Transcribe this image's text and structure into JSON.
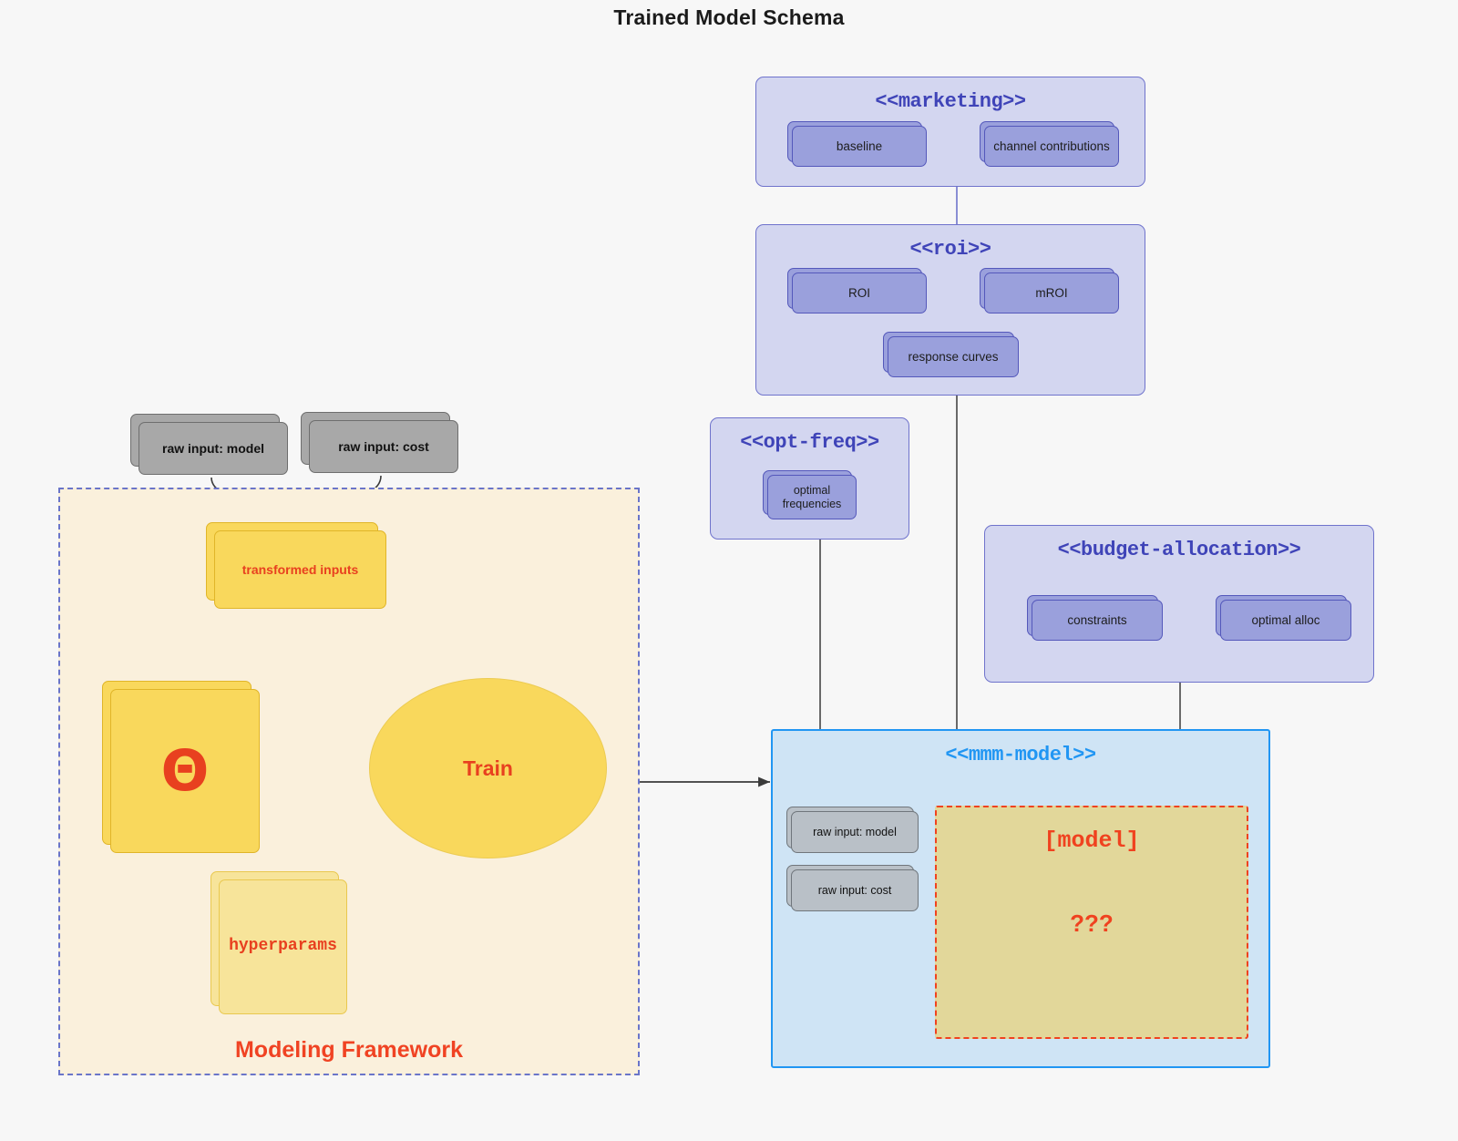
{
  "title": "Trained Model Schema",
  "framework": {
    "label": "Modeling Framework",
    "raw_inputs": [
      {
        "label": "raw input: model"
      },
      {
        "label": "raw input: cost"
      }
    ],
    "transformed_inputs": "transformed inputs",
    "theta": "Θ",
    "hyperparams": "hyperparams",
    "train": "Train"
  },
  "packages": {
    "marketing": {
      "title": "<<marketing>>",
      "items": [
        {
          "label": "baseline"
        },
        {
          "label": "channel contributions"
        }
      ]
    },
    "roi": {
      "title": "<<roi>>",
      "items": [
        {
          "label": "ROI"
        },
        {
          "label": "mROI"
        },
        {
          "label": "response curves"
        }
      ]
    },
    "opt_freq": {
      "title": "<<opt-freq>>",
      "items": [
        {
          "label": "optimal\nfrequencies"
        }
      ]
    },
    "budget_allocation": {
      "title": "<<budget-allocation>>",
      "items": [
        {
          "label": "constraints"
        },
        {
          "label": "optimal alloc"
        }
      ]
    },
    "mmm_model": {
      "title": "<<mmm-model>>",
      "raw_inputs": [
        {
          "label": "raw input: model"
        },
        {
          "label": "raw input: cost"
        }
      ],
      "model_box": {
        "title": "[model]",
        "question": "???"
      }
    }
  },
  "colors": {
    "background": "#f7f7f7",
    "package_fill": "#d3d6f0",
    "package_border": "#6f73cc",
    "package_title": "#3f44b8",
    "item_fill": "#9aa0dc",
    "item_border": "#5458bb",
    "mmm_fill": "#cfe4f5",
    "mmm_border": "#2196f3",
    "grey_fill": "#a8a8a8",
    "grey_border": "#6e6e6e",
    "yellow_fill": "#f9d85c",
    "yellow_border": "#e0b528",
    "yellow_pale_fill": "#f7e49a",
    "framework_fill": "#faf0dc",
    "framework_border": "#6a75c9",
    "accent_red": "#f0421f",
    "model_box_fill": "#e2d79a",
    "connector": "#3a3a3a"
  }
}
